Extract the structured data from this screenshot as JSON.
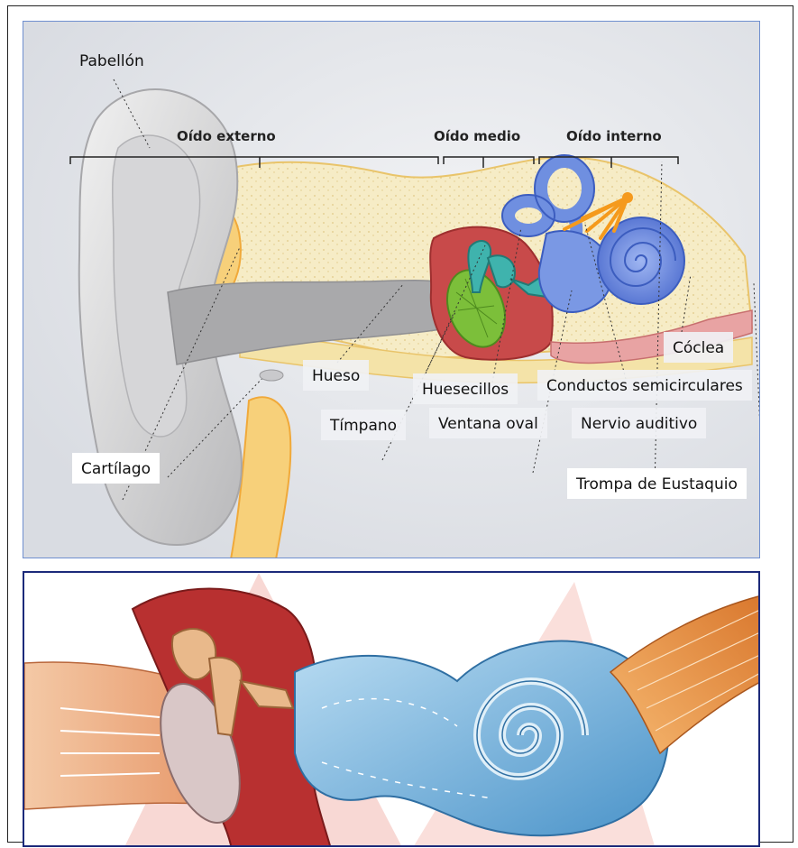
{
  "top_diagram": {
    "sections": {
      "external": "Oído externo",
      "middle": "Oído medio",
      "inner": "Oído interno"
    },
    "labels": {
      "pabellon": "Pabellón",
      "hueso": "Hueso",
      "huesecillos": "Huesecillos",
      "timpano": "Tímpano",
      "ventana_oval": "Ventana oval",
      "conductos": "Conductos semicirculares",
      "nervio": "Nervio auditivo",
      "coclea": "Cóclea",
      "cartilago": "Cartílago",
      "trompa": "Trompa de Eustaquio"
    }
  },
  "colors": {
    "skin": "#eae6df",
    "bone": "#f4e6b3",
    "cartilage": "#f6c86a",
    "middle_ear": "#c84a4a",
    "tympanum": "#7cbf3a",
    "cochlea": "#6f8fe0",
    "nerve": "#f59a1c",
    "panel_border_top": "#6f8fcf",
    "panel_border_bottom": "#1c2a7a"
  }
}
